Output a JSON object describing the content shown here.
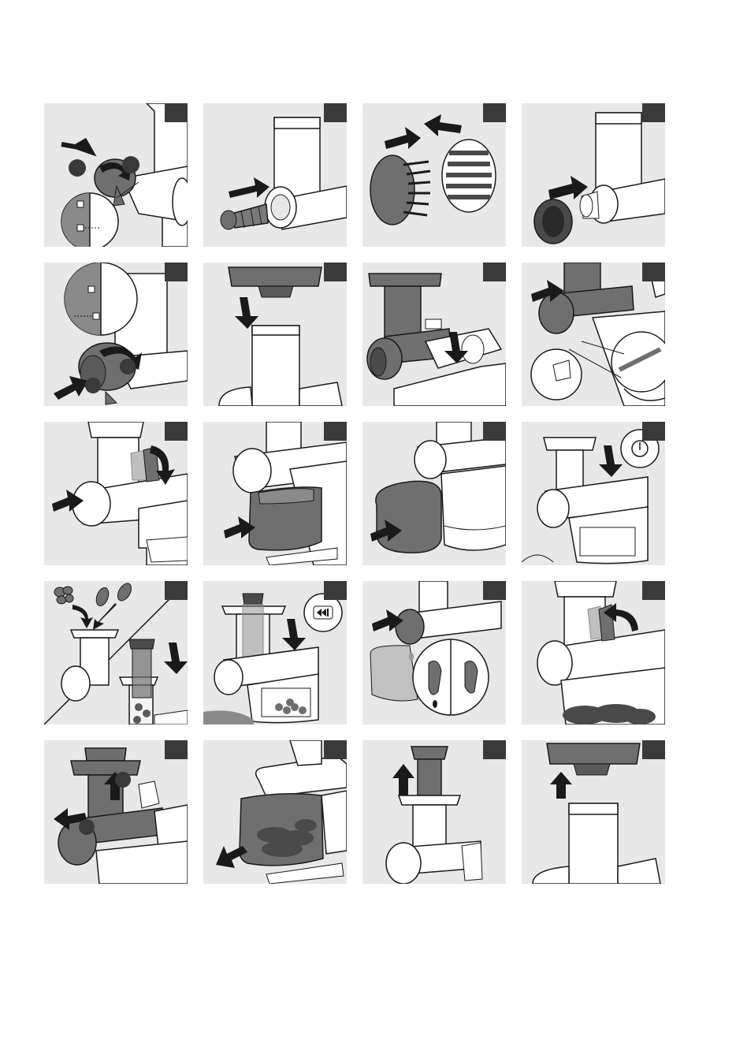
{
  "colors": {
    "panel_bg": "#e8e8e8",
    "dark_part": "#6f6f6f",
    "light_part": "#ffffff",
    "outline": "#1a1a1a",
    "badge_bg": "#3a3a3a"
  },
  "panels": [
    {
      "id": "step-1",
      "badge": "",
      "scene": "unlock-cap",
      "icons": [
        "arrow-icon",
        "rotate-arrow-icon",
        "lock-icon",
        "unlock-icon"
      ]
    },
    {
      "id": "step-2",
      "badge": "",
      "scene": "insert-screw",
      "icons": [
        "arrow-icon"
      ]
    },
    {
      "id": "step-3",
      "badge": "",
      "scene": "assemble-filter",
      "icons": [
        "arrow-icon",
        "arrow-icon"
      ]
    },
    {
      "id": "step-4",
      "badge": "",
      "scene": "insert-filter",
      "icons": [
        "arrow-icon"
      ]
    },
    {
      "id": "step-5",
      "badge": "",
      "scene": "lock-cap",
      "icons": [
        "arrow-icon",
        "rotate-arrow-icon",
        "lock-icon"
      ]
    },
    {
      "id": "step-6",
      "badge": "",
      "scene": "place-tray",
      "icons": [
        "arrow-down-icon"
      ]
    },
    {
      "id": "step-7",
      "badge": "",
      "scene": "mount-unit",
      "icons": [
        "arrow-down-icon"
      ]
    },
    {
      "id": "step-8",
      "badge": "",
      "scene": "connect-cord",
      "icons": [
        "arrow-icon",
        "magnifier-icon"
      ]
    },
    {
      "id": "step-9",
      "badge": "",
      "scene": "open-spout",
      "icons": [
        "arrow-icon",
        "rotate-arrow-icon"
      ]
    },
    {
      "id": "step-10",
      "badge": "",
      "scene": "place-pulp-container",
      "icons": [
        "arrow-icon"
      ]
    },
    {
      "id": "step-11",
      "badge": "",
      "scene": "place-juice-jug",
      "icons": [
        "arrow-icon"
      ]
    },
    {
      "id": "step-12",
      "badge": "",
      "scene": "switch-on",
      "icons": [
        "arrow-down-icon",
        "power-icon"
      ]
    },
    {
      "id": "step-13",
      "badge": "",
      "scene": "feed-ingredients",
      "icons": [
        "arrow-down-icon",
        "fruit-icon"
      ]
    },
    {
      "id": "step-14",
      "badge": "",
      "scene": "reverse",
      "icons": [
        "arrow-down-icon",
        "reverse-icon"
      ]
    },
    {
      "id": "step-15",
      "badge": "",
      "scene": "drip-stop",
      "icons": [
        "arrow-icon",
        "magnifier-icon"
      ]
    },
    {
      "id": "step-16",
      "badge": "",
      "scene": "close-spout",
      "icons": [
        "rotate-arrow-icon"
      ]
    },
    {
      "id": "step-17",
      "badge": "",
      "scene": "remove-unit",
      "icons": [
        "arrow-up-icon",
        "arrow-icon"
      ]
    },
    {
      "id": "step-18",
      "badge": "",
      "scene": "remove-pulp-container",
      "icons": [
        "arrow-icon"
      ]
    },
    {
      "id": "step-19",
      "badge": "",
      "scene": "remove-pusher",
      "icons": [
        "arrow-up-icon"
      ]
    },
    {
      "id": "step-20",
      "badge": "",
      "scene": "remove-tray",
      "icons": [
        "arrow-up-icon"
      ]
    }
  ]
}
